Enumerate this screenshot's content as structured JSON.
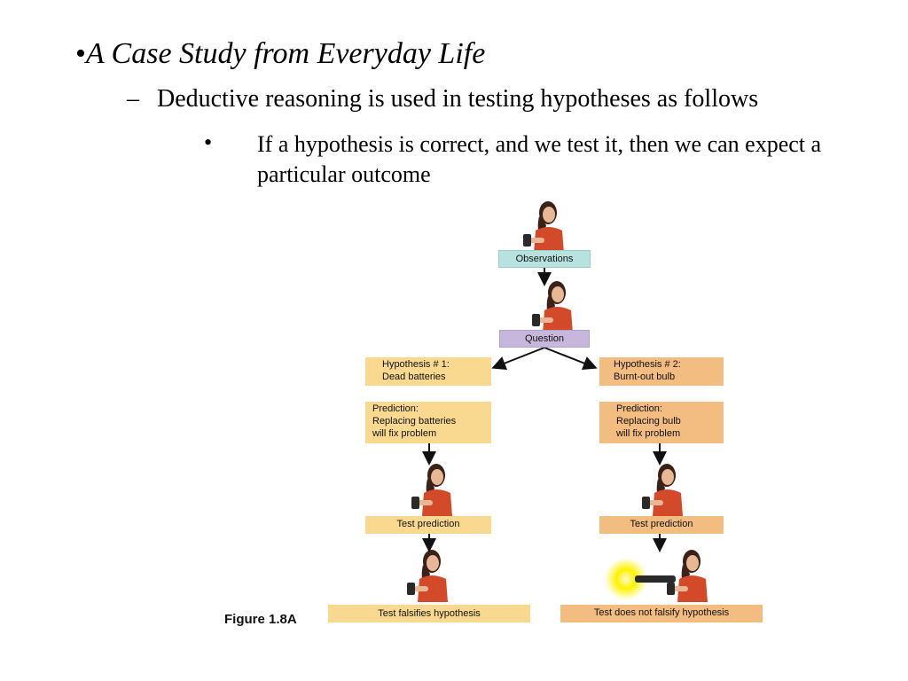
{
  "slide": {
    "bullet_marker": "•",
    "title": "A Case Study from Everyday Life",
    "dash": "–",
    "subpoint": "Deductive reasoning is used in testing hypotheses as follows",
    "sub_bullet_marker": "•",
    "sub_subpoint": "If a hypothesis is correct, and we test it, then we can expect a particular outcome"
  },
  "diagram": {
    "observations": "Observations",
    "question": "Question",
    "hyp1_line1": "Hypothesis # 1:",
    "hyp1_line2": "Dead batteries",
    "hyp2_line1": "Hypothesis # 2:",
    "hyp2_line2": "Burnt-out bulb",
    "pred1_line1": "Prediction:",
    "pred1_line2": "Replacing batteries",
    "pred1_line3": "will fix problem",
    "pred2_line1": "Prediction:",
    "pred2_line2": "Replacing bulb",
    "pred2_line3": "will fix problem",
    "test_left": "Test prediction",
    "test_right": "Test prediction",
    "result_left": "Test falsifies hypothesis",
    "result_right": "Test does not falsify hypothesis",
    "caption": "Figure 1.8A"
  },
  "colors": {
    "observations_box": "#b8e2df",
    "question_box": "#c8b7dc",
    "left_branch": "#f9d890",
    "right_branch": "#f3bc80",
    "figure_shirt": "#d24a2a",
    "figure_hair": "#3a2218",
    "flashlight_glow": "#fff200"
  }
}
